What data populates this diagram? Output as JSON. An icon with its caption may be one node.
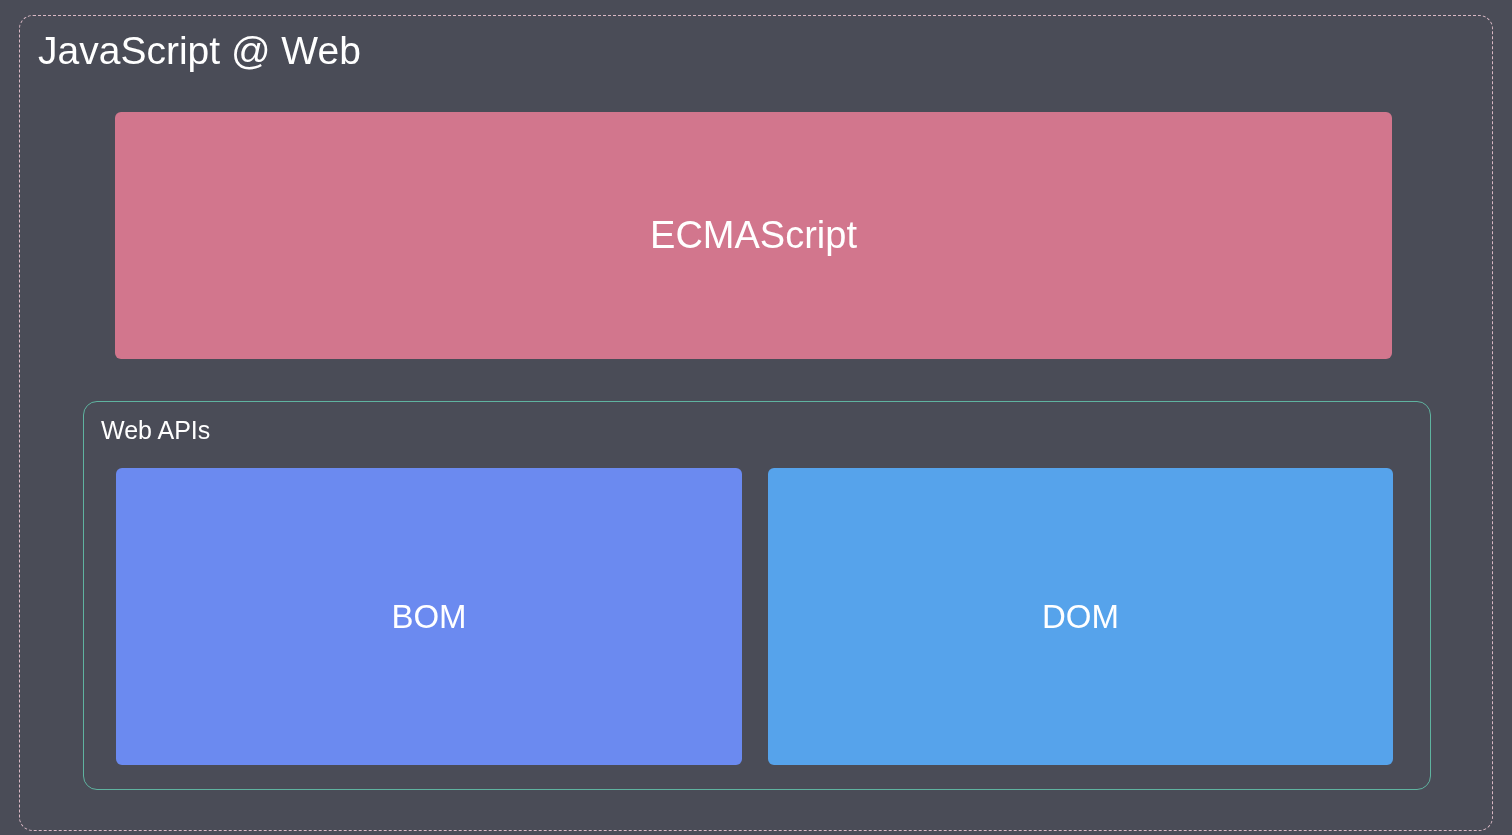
{
  "diagram": {
    "nodes": [
      {
        "text": [
          "JavaScript @ Web"
        ]
      },
      {
        "text": [
          "ECMAScript"
        ],
        "in": 0
      },
      {
        "text": [
          "Web APIs"
        ],
        "in": 0
      },
      {
        "text": [
          "BOM"
        ],
        "in": 2
      },
      {
        "text": [
          "DOM"
        ],
        "in": 2
      }
    ]
  }
}
